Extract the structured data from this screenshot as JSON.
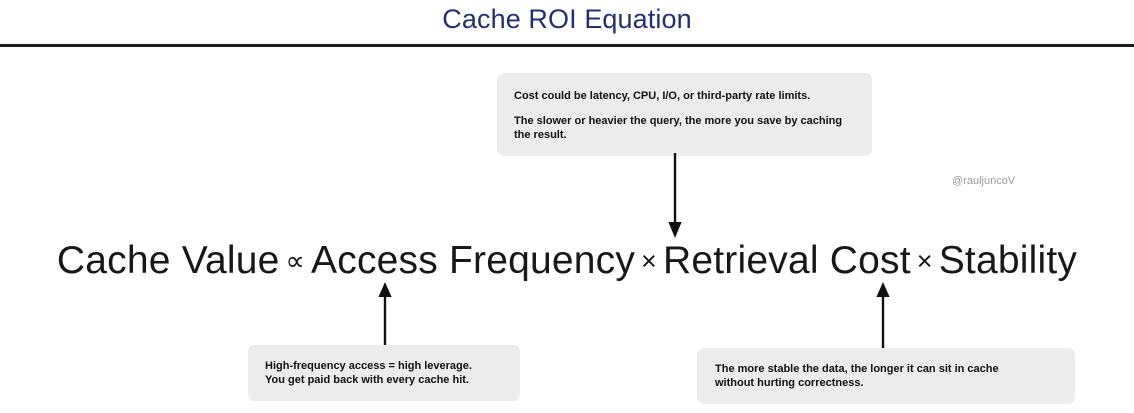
{
  "slide": {
    "title": "Cache ROI Equation",
    "watermark": "@rauljuncoV",
    "title_color": "#243070",
    "callout_bg": "#ececec",
    "ink_color": "#181818"
  },
  "equation": {
    "terms": {
      "cache_value": "Cache Value",
      "proportional_op": "∝",
      "access_frequency": "Access Frequency",
      "times_op_1": "×",
      "retrieval_cost": "Retrieval Cost",
      "times_op_2": "×",
      "stability": "Stability"
    },
    "full_text": "Cache Value ∝ Access Frequency × Retrieval Cost × Stability"
  },
  "callouts": {
    "cost": {
      "target": "Retrieval Cost",
      "line1": "Cost could be latency, CPU, I/O, or third-party rate limits.",
      "line2": "The slower or heavier the query, the more you save by caching the result."
    },
    "frequency": {
      "target": "Access Frequency",
      "line1": "High-frequency access = high leverage.",
      "line2": "You get paid back with every cache hit."
    },
    "stability": {
      "target": "Stability",
      "line1": "The more stable the data, the longer it can sit in cache",
      "line2": "without hurting correctness."
    }
  }
}
